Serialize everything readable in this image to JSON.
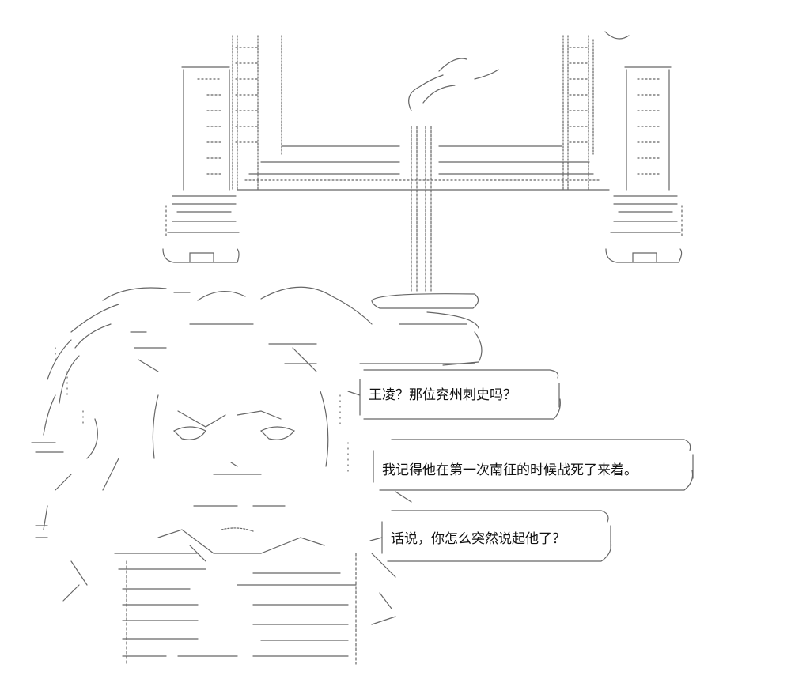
{
  "dialogue": {
    "line_1": "王凌？那位兖州刺史吗？",
    "line_2": "我记得他在第一次南征的时候战死了来着。",
    "line_3": "话说，你怎么突然说起他了？"
  },
  "colors": {
    "background": "#ffffff",
    "ink": "#555555"
  }
}
